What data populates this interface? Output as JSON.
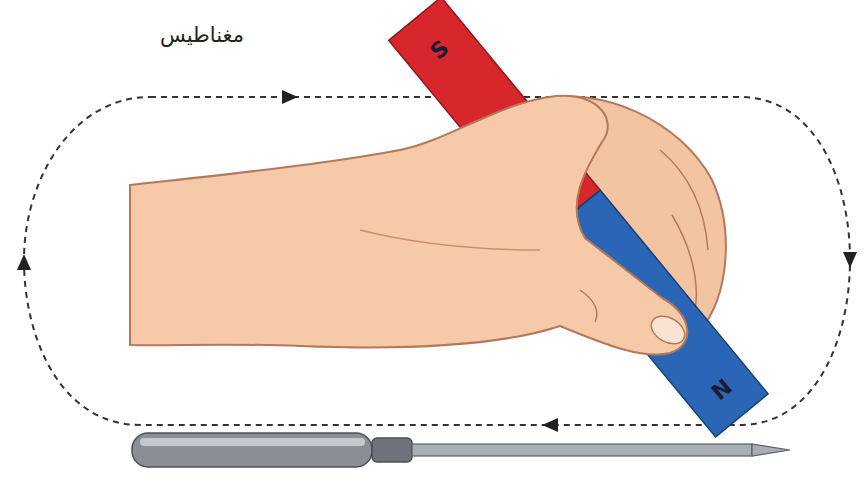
{
  "diagram": {
    "labels": [
      "مغناطيس",
      "S",
      "N"
    ]
  }
}
